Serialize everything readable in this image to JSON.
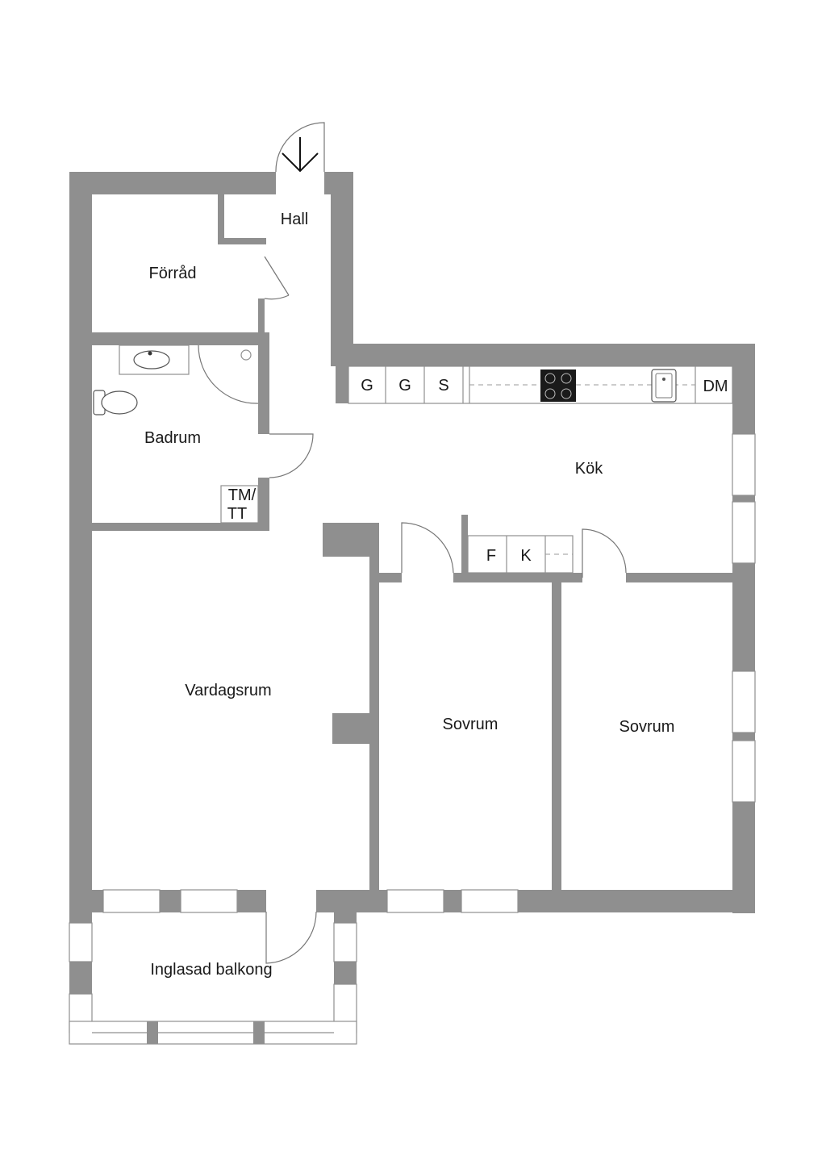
{
  "rooms": {
    "hall": "Hall",
    "forrad": "Förråd",
    "badrum": "Badrum",
    "kok": "Kök",
    "vardagsrum": "Vardagsrum",
    "sovrum_1": "Sovrum",
    "sovrum_2": "Sovrum",
    "balkong": "Inglasad balkong"
  },
  "appliances": {
    "g1": "G",
    "g2": "G",
    "s": "S",
    "dm": "DM",
    "tm_line1": "TM/",
    "tm_line2": "TT",
    "f": "F",
    "k": "K"
  },
  "colors": {
    "wall": "#8f8f8f",
    "background": "#ffffff",
    "stove": "#1a1a1a"
  },
  "icons": [
    "entrance-arrow-icon",
    "sink-icon",
    "toilet-icon",
    "stove-icon",
    "kitchen-sink-icon"
  ]
}
